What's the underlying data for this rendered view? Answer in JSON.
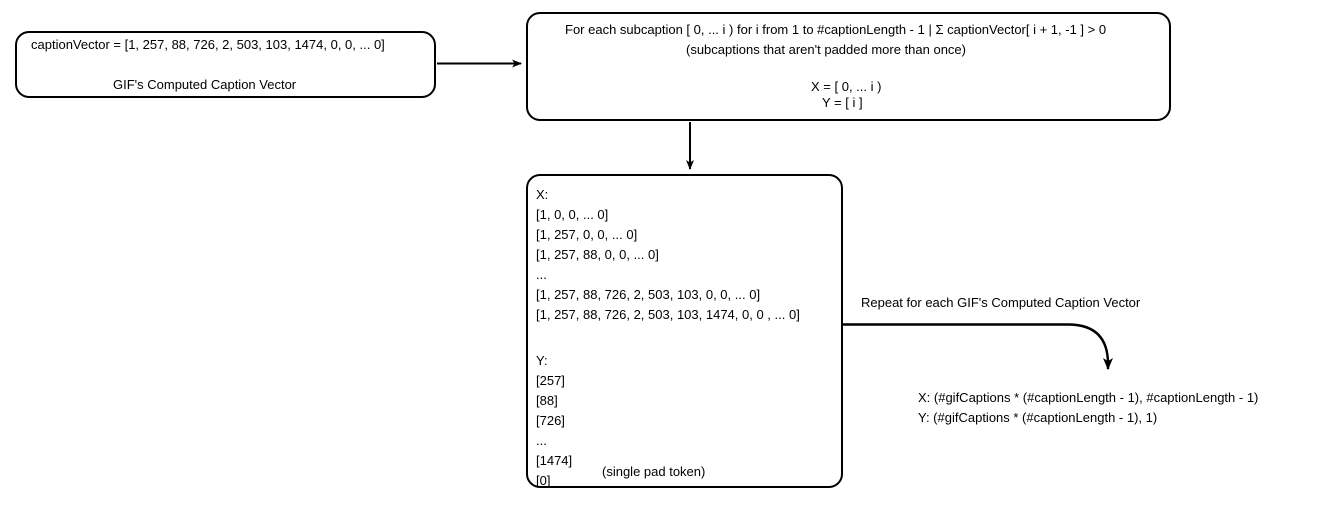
{
  "diagram": {
    "title": "Caption vector subcaption expansion pipeline",
    "stroke_color": "#000000",
    "background_color": "#ffffff",
    "boxes": {
      "caption_vector": {
        "expression": "captionVector = [1, 257, 88, 726, 2, 503, 103, 1474, 0, 0, ... 0]",
        "caption": "GIF's Computed Caption Vector"
      },
      "subcaption_rule": {
        "line1": "For each subcaption [ 0, ... i ) for i from 1 to #captionLength - 1 | Σ captionVector[ i + 1, -1 ] > 0",
        "line2": "(subcaptions that aren't padded more than once)",
        "x_definition": "X = [ 0, ... i )",
        "y_definition": "Y = [ i ]"
      },
      "xy_samples": {
        "x_label": "X:",
        "x_rows": [
          "[1, 0, 0, ... 0]",
          "[1, 257, 0, 0, ... 0]",
          "[1, 257, 88, 0, 0, ... 0]",
          "...",
          "[1, 257, 88, 726, 2, 503, 103, 0, 0, ... 0]",
          "[1, 257, 88, 726, 2, 503, 103, 1474, 0, 0 , ... 0]"
        ],
        "y_label": "Y:",
        "y_rows": [
          "[257]",
          "[88]",
          "[726]",
          "...",
          "[1474]",
          "[0]"
        ],
        "pad_note": "(single pad token)"
      }
    },
    "annotations": {
      "repeat_label": "Repeat for each GIF's Computed Caption Vector",
      "shape_x": "X: (#gifCaptions * (#captionLength - 1), #captionLength - 1)",
      "shape_y": "Y: (#gifCaptions * (#captionLength - 1), 1)"
    },
    "arrows": [
      {
        "name": "caption-vector-to-rule",
        "direction": "right"
      },
      {
        "name": "rule-to-samples",
        "direction": "down"
      },
      {
        "name": "samples-to-shapes",
        "direction": "curve-right-down"
      }
    ]
  }
}
